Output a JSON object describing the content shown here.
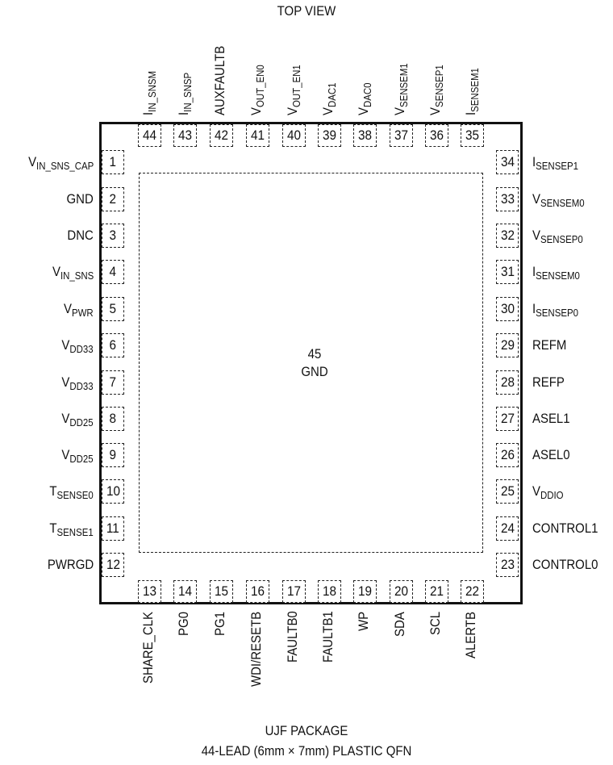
{
  "diagram": {
    "type": "ic-pinout",
    "view_title": "TOP VIEW",
    "package": {
      "name": "UJF PACKAGE",
      "description": "44-LEAD (6mm × 7mm) PLASTIC QFN"
    },
    "exposed_pad": {
      "number": "45",
      "name": "GND"
    },
    "pins_left": [
      {
        "num": "1",
        "base": "V",
        "sub": "IN_SNS_CAP"
      },
      {
        "num": "2",
        "base": "GND",
        "sub": ""
      },
      {
        "num": "3",
        "base": "DNC",
        "sub": ""
      },
      {
        "num": "4",
        "base": "V",
        "sub": "IN_SNS"
      },
      {
        "num": "5",
        "base": "V",
        "sub": "PWR"
      },
      {
        "num": "6",
        "base": "V",
        "sub": "DD33"
      },
      {
        "num": "7",
        "base": "V",
        "sub": "DD33"
      },
      {
        "num": "8",
        "base": "V",
        "sub": "DD25"
      },
      {
        "num": "9",
        "base": "V",
        "sub": "DD25"
      },
      {
        "num": "10",
        "base": "T",
        "sub": "SENSE0"
      },
      {
        "num": "11",
        "base": "T",
        "sub": "SENSE1"
      },
      {
        "num": "12",
        "base": "PWRGD",
        "sub": ""
      }
    ],
    "pins_bottom": [
      {
        "num": "13",
        "base": "SHARE_CLK",
        "sub": ""
      },
      {
        "num": "14",
        "base": "PG0",
        "sub": ""
      },
      {
        "num": "15",
        "base": "PG1",
        "sub": ""
      },
      {
        "num": "16",
        "base": "WDI/RESETB",
        "sub": ""
      },
      {
        "num": "17",
        "base": "FAULTB0",
        "sub": ""
      },
      {
        "num": "18",
        "base": "FAULTB1",
        "sub": ""
      },
      {
        "num": "19",
        "base": "WP",
        "sub": ""
      },
      {
        "num": "20",
        "base": "SDA",
        "sub": ""
      },
      {
        "num": "21",
        "base": "SCL",
        "sub": ""
      },
      {
        "num": "22",
        "base": "ALERTB",
        "sub": ""
      }
    ],
    "pins_right": [
      {
        "num": "34",
        "base": "I",
        "sub": "SENSEP1"
      },
      {
        "num": "33",
        "base": "V",
        "sub": "SENSEM0"
      },
      {
        "num": "32",
        "base": "V",
        "sub": "SENSEP0"
      },
      {
        "num": "31",
        "base": "I",
        "sub": "SENSEM0"
      },
      {
        "num": "30",
        "base": "I",
        "sub": "SENSEP0"
      },
      {
        "num": "29",
        "base": "REFM",
        "sub": ""
      },
      {
        "num": "28",
        "base": "REFP",
        "sub": ""
      },
      {
        "num": "27",
        "base": "ASEL1",
        "sub": ""
      },
      {
        "num": "26",
        "base": "ASEL0",
        "sub": ""
      },
      {
        "num": "25",
        "base": "V",
        "sub": "DDIO"
      },
      {
        "num": "24",
        "base": "CONTROL1",
        "sub": ""
      },
      {
        "num": "23",
        "base": "CONTROL0",
        "sub": ""
      }
    ],
    "pins_top": [
      {
        "num": "44",
        "base": "I",
        "sub": "IN_SNSM"
      },
      {
        "num": "43",
        "base": "I",
        "sub": "IN_SNSP"
      },
      {
        "num": "42",
        "base": "AUXFAULTB",
        "sub": ""
      },
      {
        "num": "41",
        "base": "V",
        "sub": "OUT_EN0"
      },
      {
        "num": "40",
        "base": "V",
        "sub": "OUT_EN1"
      },
      {
        "num": "39",
        "base": "V",
        "sub": "DAC1"
      },
      {
        "num": "38",
        "base": "V",
        "sub": "DAC0"
      },
      {
        "num": "37",
        "base": "V",
        "sub": "SENSEM1"
      },
      {
        "num": "36",
        "base": "V",
        "sub": "SENSEP1"
      },
      {
        "num": "35",
        "base": "I",
        "sub": "SENSEM1"
      }
    ]
  }
}
